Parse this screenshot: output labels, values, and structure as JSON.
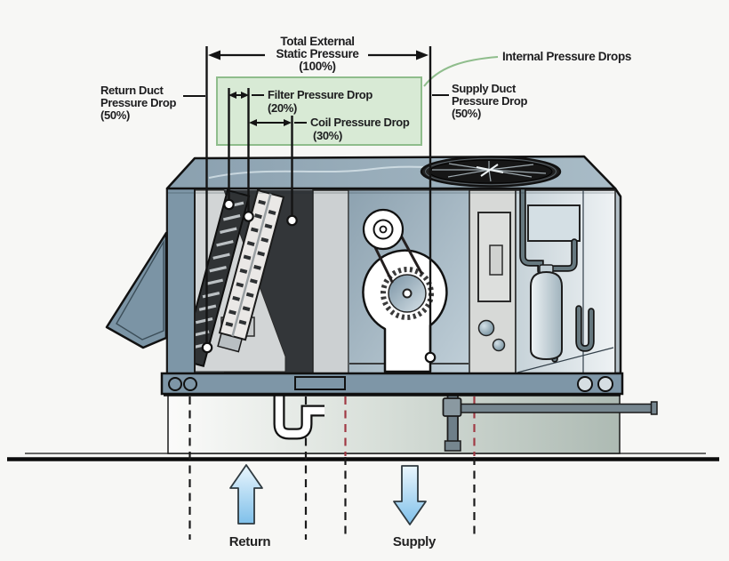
{
  "diagram": {
    "description": "Rooftop packaged HVAC unit cutaway showing external static pressure distribution",
    "pressure": {
      "total": {
        "l1": "Total External",
        "l2": "Static Pressure",
        "l3": "(100%)"
      },
      "internal_label": "Internal Pressure Drops",
      "return_duct": {
        "l1": "Return Duct",
        "l2": "Pressure Drop",
        "l3": "(50%)"
      },
      "supply_duct": {
        "l1": "Supply Duct",
        "l2": "Pressure Drop",
        "l3": "(50%)"
      },
      "filter": {
        "l1": "Filter Pressure Drop",
        "l2": "(20%)"
      },
      "coil": {
        "l1": "Coil Pressure Drop",
        "l2": "(30%)"
      }
    },
    "airflow": {
      "return_label": "Return",
      "supply_label": "Supply"
    },
    "colors": {
      "highlight_green_fill": "#d8ead5",
      "highlight_green_border": "#8fbd8c",
      "airflow_arrow_blue": "#83c2ec",
      "supply_marker_red_dash": "#a03a44",
      "dimension_line_black": "#141414",
      "unit_blue_gray": "#7d96a7",
      "curb_green_gray": "#adbab3"
    }
  }
}
